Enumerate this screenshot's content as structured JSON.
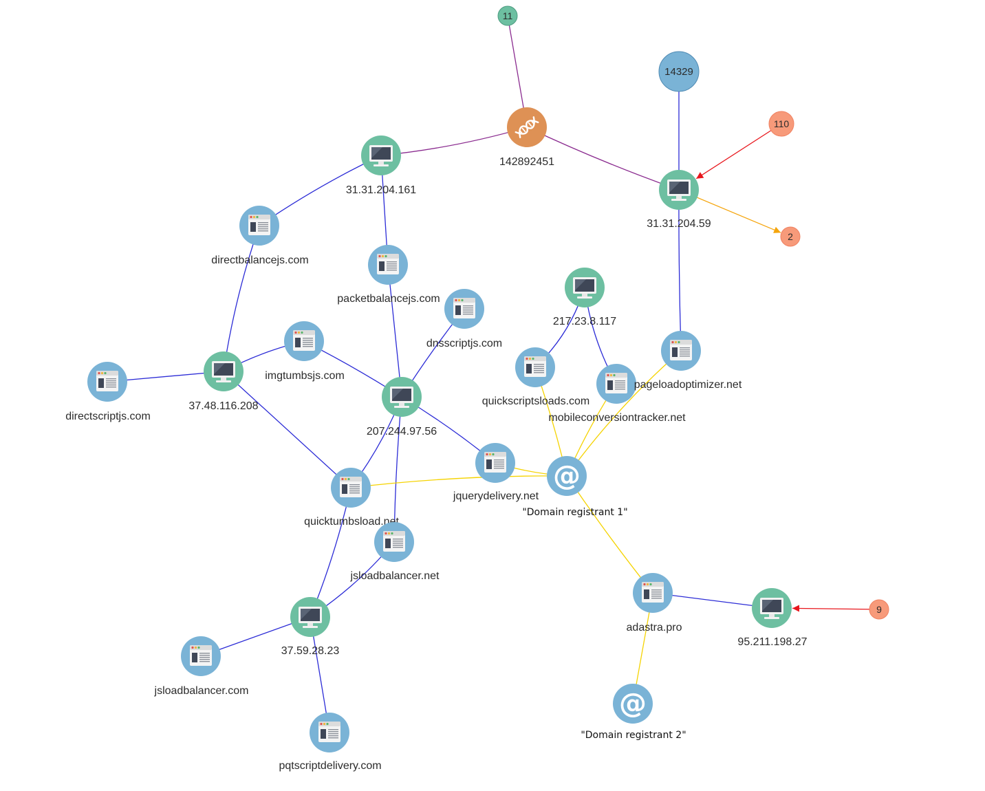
{
  "colors": {
    "host_fill": "#6dbfa1",
    "domain_fill": "#7ab3d6",
    "registrant_fill": "#7ab3d6",
    "sample_fill": "#de9155",
    "count_green": "#6dbfa1",
    "count_blue": "#7ab3d6",
    "count_salmon": "#f79a7a",
    "edge_purple": "#8a2b8f",
    "edge_blue": "#2b2bd6",
    "edge_yellow": "#f5d300",
    "edge_red": "#e8161c",
    "edge_orange": "#f5a50c"
  },
  "nodes": [
    {
      "id": "n11",
      "type": "count",
      "label": "11",
      "color": "count_green",
      "bind": "11"
    },
    {
      "id": "n14329",
      "type": "count",
      "label": "14329",
      "color": "count_blue"
    },
    {
      "id": "n110",
      "type": "count",
      "label": "110",
      "color": "count_salmon"
    },
    {
      "id": "n2",
      "type": "count",
      "label": "2",
      "color": "count_salmon"
    },
    {
      "id": "n9",
      "type": "count",
      "label": "9",
      "color": "count_salmon"
    },
    {
      "id": "sample",
      "type": "sample",
      "label": "142892451",
      "icon": "dna-icon"
    },
    {
      "id": "h_31_161",
      "type": "host",
      "label": "31.31.204.161",
      "icon": "monitor-icon"
    },
    {
      "id": "h_31_59",
      "type": "host",
      "label": "31.31.204.59",
      "icon": "monitor-icon"
    },
    {
      "id": "h_217",
      "type": "host",
      "label": "217.23.8.117",
      "icon": "monitor-icon"
    },
    {
      "id": "h_37_48",
      "type": "host",
      "label": "37.48.116.208",
      "icon": "monitor-icon"
    },
    {
      "id": "h_207",
      "type": "host",
      "label": "207.244.97.56",
      "icon": "monitor-icon"
    },
    {
      "id": "h_37_59",
      "type": "host",
      "label": "37.59.28.23",
      "icon": "monitor-icon"
    },
    {
      "id": "h_95",
      "type": "host",
      "label": "95.211.198.27",
      "icon": "monitor-icon"
    },
    {
      "id": "d_directbalance",
      "type": "domain",
      "label": "directbalancejs.com",
      "icon": "browser-window-icon"
    },
    {
      "id": "d_packetbalance",
      "type": "domain",
      "label": "packetbalancejs.com",
      "icon": "browser-window-icon"
    },
    {
      "id": "d_dnsscript",
      "type": "domain",
      "label": "dnsscriptjs.com",
      "icon": "browser-window-icon"
    },
    {
      "id": "d_imgtumbs",
      "type": "domain",
      "label": "imgtumbsjs.com",
      "icon": "browser-window-icon"
    },
    {
      "id": "d_directscript",
      "type": "domain",
      "label": "directscriptjs.com",
      "icon": "browser-window-icon"
    },
    {
      "id": "d_quickscripts",
      "type": "domain",
      "label": "quickscriptsloads.com",
      "icon": "browser-window-icon"
    },
    {
      "id": "d_mobileconv",
      "type": "domain",
      "label": "mobileconversiontracker.net",
      "icon": "browser-window-icon"
    },
    {
      "id": "d_pageload",
      "type": "domain",
      "label": "pageloadoptimizer.net",
      "icon": "browser-window-icon"
    },
    {
      "id": "d_jquerydel",
      "type": "domain",
      "label": "jquerydelivery.net",
      "icon": "browser-window-icon"
    },
    {
      "id": "d_quicktumbs",
      "type": "domain",
      "label": "quicktumbsload.net",
      "icon": "browser-window-icon"
    },
    {
      "id": "d_jsloadnet",
      "type": "domain",
      "label": "jsloadbalancer.net",
      "icon": "browser-window-icon"
    },
    {
      "id": "d_jsloadcom",
      "type": "domain",
      "label": "jsloadbalancer.com",
      "icon": "browser-window-icon"
    },
    {
      "id": "d_pqtscript",
      "type": "domain",
      "label": "pqtscriptdelivery.com",
      "icon": "browser-window-icon"
    },
    {
      "id": "d_adastra",
      "type": "domain",
      "label": "adastra.pro",
      "icon": "browser-window-icon"
    },
    {
      "id": "r1",
      "type": "registrant",
      "label": "\"Domain registrant 1\"",
      "icon": "at-sign-icon"
    },
    {
      "id": "r2",
      "type": "registrant",
      "label": "\"Domain registrant 2\"",
      "icon": "at-sign-icon"
    }
  ],
  "edges": [
    {
      "from": "n11",
      "to": "sample",
      "color": "edge_purple"
    },
    {
      "from": "sample",
      "to": "h_31_161",
      "color": "edge_purple"
    },
    {
      "from": "sample",
      "to": "h_31_59",
      "color": "edge_purple"
    },
    {
      "from": "n14329",
      "to": "h_31_59",
      "color": "edge_blue"
    },
    {
      "from": "n110",
      "to": "h_31_59",
      "color": "edge_red",
      "arrow": true
    },
    {
      "from": "h_31_59",
      "to": "n2",
      "color": "edge_orange",
      "arrow": true
    },
    {
      "from": "h_31_59",
      "to": "d_pageload",
      "color": "edge_blue"
    },
    {
      "from": "h_31_161",
      "to": "d_directbalance",
      "color": "edge_blue"
    },
    {
      "from": "h_31_161",
      "to": "d_packetbalance",
      "color": "edge_blue"
    },
    {
      "from": "d_directbalance",
      "to": "h_37_48",
      "color": "edge_blue"
    },
    {
      "from": "d_packetbalance",
      "to": "h_207",
      "color": "edge_blue"
    },
    {
      "from": "h_37_48",
      "to": "d_directscript",
      "color": "edge_blue"
    },
    {
      "from": "h_37_48",
      "to": "d_imgtumbs",
      "color": "edge_blue"
    },
    {
      "from": "h_37_48",
      "to": "d_quicktumbs",
      "color": "edge_blue"
    },
    {
      "from": "d_imgtumbs",
      "to": "h_207",
      "color": "edge_blue"
    },
    {
      "from": "d_dnsscript",
      "to": "h_207",
      "color": "edge_blue"
    },
    {
      "from": "h_207",
      "to": "d_jquerydel",
      "color": "edge_blue"
    },
    {
      "from": "h_207",
      "to": "d_quicktumbs",
      "color": "edge_blue"
    },
    {
      "from": "h_207",
      "to": "d_jsloadnet",
      "color": "edge_blue"
    },
    {
      "from": "h_217",
      "to": "d_quickscripts",
      "color": "edge_blue"
    },
    {
      "from": "h_217",
      "to": "d_mobileconv",
      "color": "edge_blue"
    },
    {
      "from": "d_quicktumbs",
      "to": "h_37_59",
      "color": "edge_blue"
    },
    {
      "from": "d_jsloadnet",
      "to": "h_37_59",
      "color": "edge_blue"
    },
    {
      "from": "h_37_59",
      "to": "d_jsloadcom",
      "color": "edge_blue"
    },
    {
      "from": "h_37_59",
      "to": "d_pqtscript",
      "color": "edge_blue"
    },
    {
      "from": "r1",
      "to": "d_quickscripts",
      "color": "edge_yellow"
    },
    {
      "from": "r1",
      "to": "d_mobileconv",
      "color": "edge_yellow"
    },
    {
      "from": "r1",
      "to": "d_pageload",
      "color": "edge_yellow"
    },
    {
      "from": "r1",
      "to": "d_jquerydel",
      "color": "edge_yellow"
    },
    {
      "from": "r1",
      "to": "d_quicktumbs",
      "color": "edge_yellow"
    },
    {
      "from": "r1",
      "to": "d_adastra",
      "color": "edge_yellow"
    },
    {
      "from": "d_adastra",
      "to": "r2",
      "color": "edge_yellow"
    },
    {
      "from": "d_adastra",
      "to": "h_95",
      "color": "edge_blue"
    },
    {
      "from": "n9",
      "to": "h_95",
      "color": "edge_red",
      "arrow": true
    }
  ]
}
